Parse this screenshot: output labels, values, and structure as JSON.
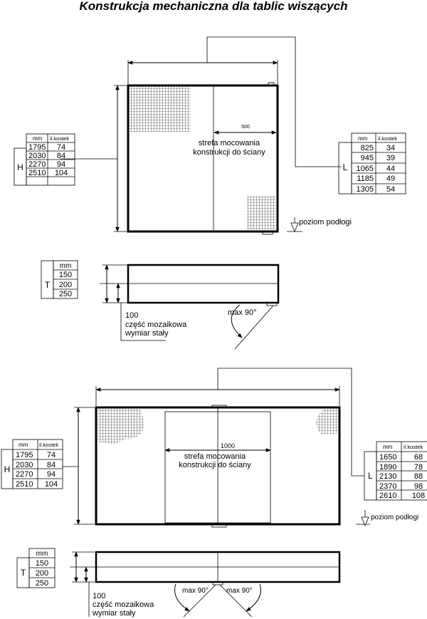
{
  "title": "Konstrukcja mechaniczna dla tablic wiszących",
  "h_table": {
    "letter": "H",
    "header": [
      "mm",
      "il.kostek"
    ],
    "rows": [
      [
        "1795",
        "74"
      ],
      [
        "2030",
        "84"
      ],
      [
        "2270",
        "94"
      ],
      [
        "2510",
        "104"
      ]
    ]
  },
  "l_table_1": {
    "letter": "L",
    "header": [
      "mm",
      "il.kostek"
    ],
    "rows": [
      [
        "825",
        "34"
      ],
      [
        "945",
        "39"
      ],
      [
        "1065",
        "44"
      ],
      [
        "1185",
        "49"
      ],
      [
        "1305",
        "54"
      ]
    ]
  },
  "l_table_2": {
    "letter": "L",
    "header": [
      "mm",
      "il.kostek"
    ],
    "rows": [
      [
        "1650",
        "68"
      ],
      [
        "1890",
        "78"
      ],
      [
        "2130",
        "88"
      ],
      [
        "2370",
        "98"
      ],
      [
        "2610",
        "108"
      ]
    ]
  },
  "t_table": {
    "letter": "T",
    "header": "mm",
    "rows": [
      "150",
      "200",
      "250"
    ]
  },
  "labels": {
    "zone_width_1": "500",
    "zone_width_2": "1000",
    "zone_line1": "strefa mocowania",
    "zone_line2": "konstrukcji do ściany",
    "floor": "poziom podłogi",
    "max_angle": "max 90°",
    "fixed_1": "100",
    "fixed_2": "część mozaikowa",
    "fixed_3": "wymiar stały"
  }
}
